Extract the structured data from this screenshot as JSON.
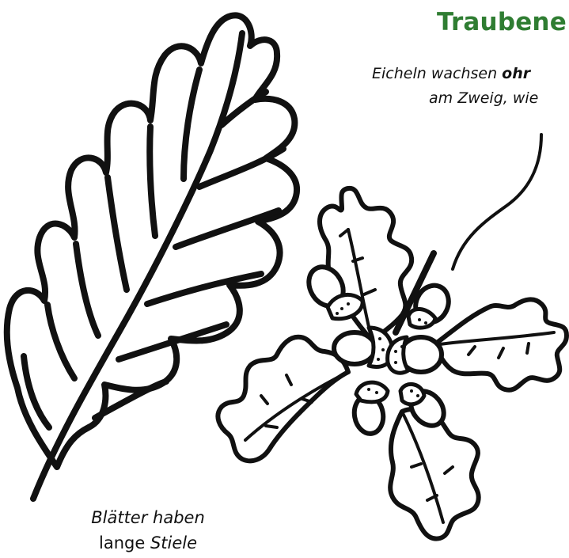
{
  "title": "Traubene",
  "annotation_right": {
    "line1_before": "Eicheln wachsen ",
    "line1_bold": "ohr",
    "line2": "am Zweig, wie"
  },
  "annotation_left": {
    "line1": "Blätter haben",
    "line2_plain": "lange ",
    "line2_italic": "Stiele"
  },
  "colors": {
    "title": "#2f7d32",
    "ink": "#111111",
    "paper": "#ffffff"
  }
}
